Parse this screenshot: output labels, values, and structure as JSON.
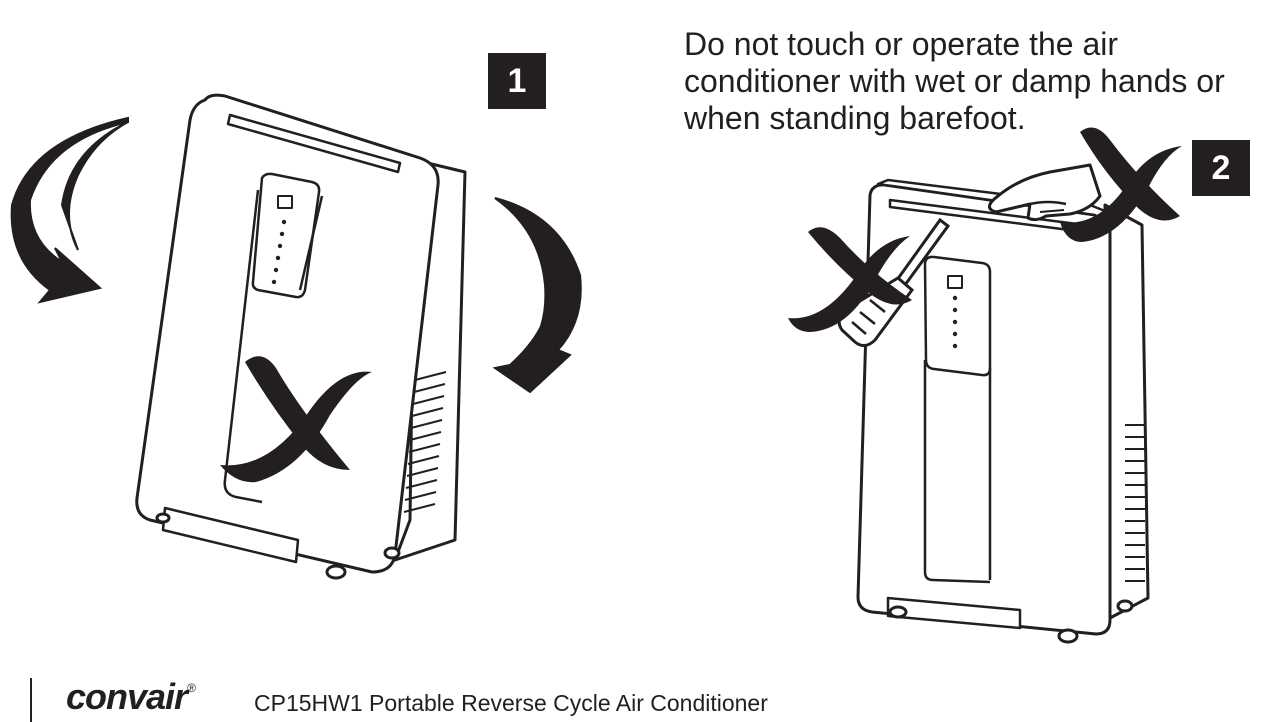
{
  "steps": {
    "step1": "1",
    "step2": "2"
  },
  "warning": {
    "line1": "Do not touch or operate the air",
    "line2": "conditioner with wet or damp hands or",
    "line3": "when standing barefoot."
  },
  "footer": {
    "brand": "convair",
    "registered": "®",
    "model": "CP15HW1 Portable Reverse Cycle Air Conditioner"
  },
  "colors": {
    "ink": "#231f20",
    "background": "#ffffff"
  }
}
